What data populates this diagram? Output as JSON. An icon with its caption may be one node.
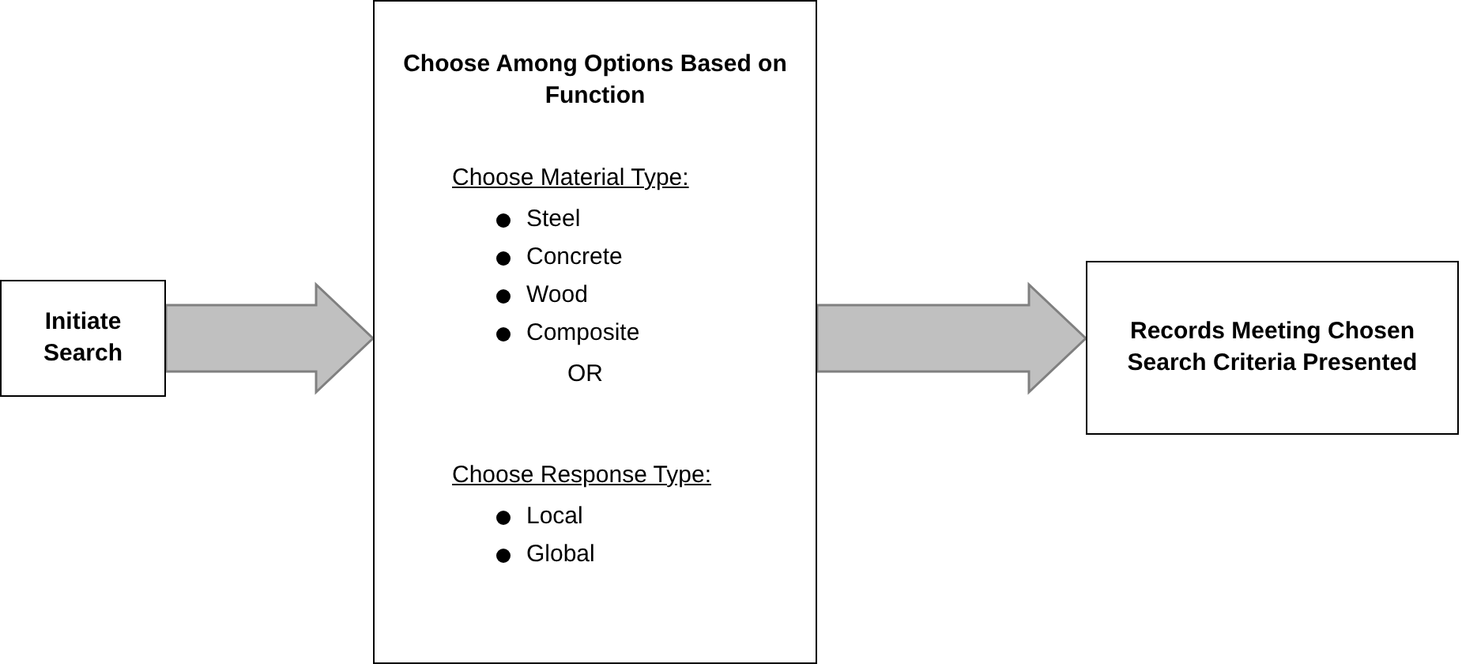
{
  "diagram": {
    "nodes": [
      {
        "text": [
          "Initiate Search"
        ]
      },
      {
        "text": [
          "Choose Among Options Based on Function",
          "Choose Material Type:",
          "Steel",
          "Concrete",
          "Wood",
          "Composite",
          "OR",
          "Choose Response Type:",
          "Local",
          "Global"
        ]
      },
      {
        "text": [
          "Records Meeting Chosen Search Criteria Presented"
        ]
      }
    ],
    "edges": [
      {
        "from": 0,
        "to": 1,
        "arrow": "to",
        "style": "thick"
      },
      {
        "from": 1,
        "to": 2,
        "arrow": "to",
        "style": "thick"
      }
    ]
  }
}
